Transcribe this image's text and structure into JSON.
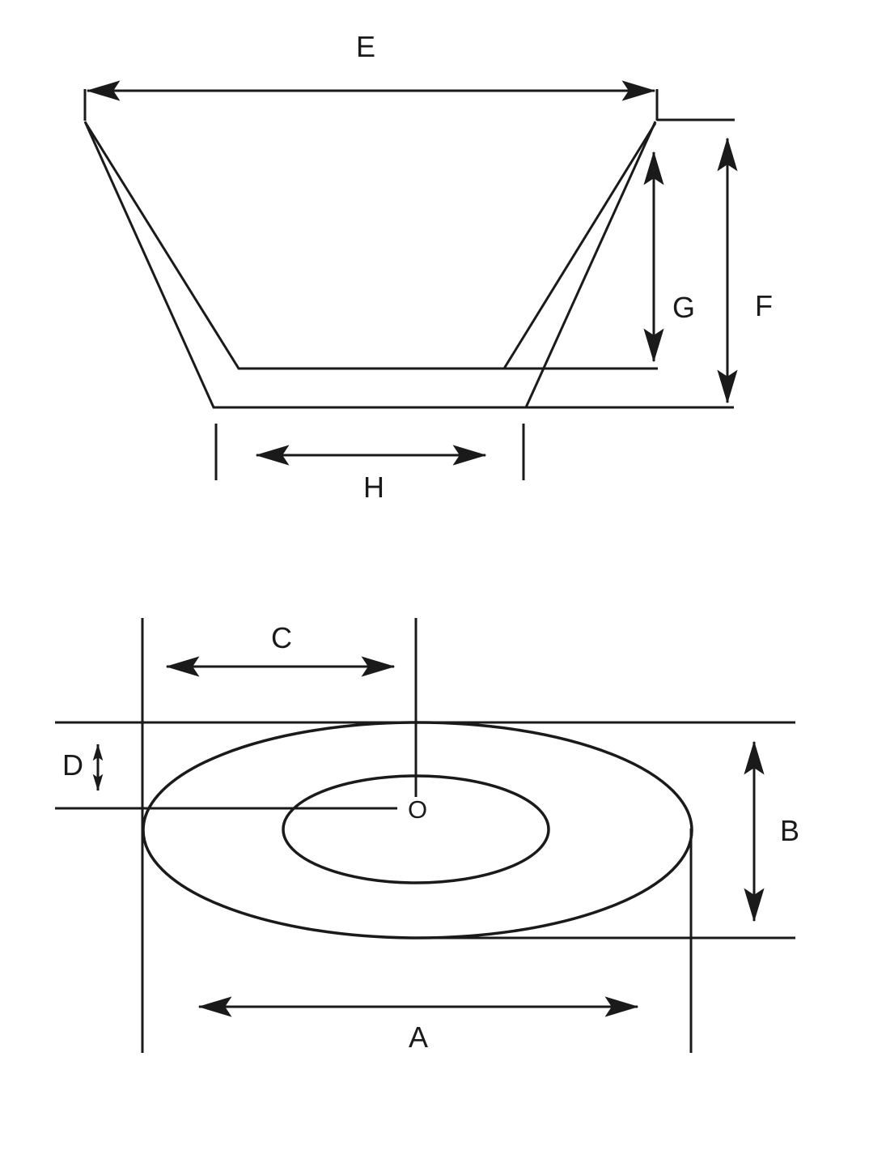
{
  "diagram": {
    "title": "tub-dimension-diagram",
    "colors": {
      "line": "#1a1a1a",
      "background": "#ffffff"
    },
    "side_view": {
      "top_width_label": "E",
      "overall_height_label": "F",
      "inner_depth_label": "G",
      "base_width_label": "H"
    },
    "top_view": {
      "overall_length_label": "A",
      "overall_width_label": "B",
      "center_from_left_label": "C",
      "rim_offset_label": "D",
      "center_mark_label": "O"
    }
  }
}
